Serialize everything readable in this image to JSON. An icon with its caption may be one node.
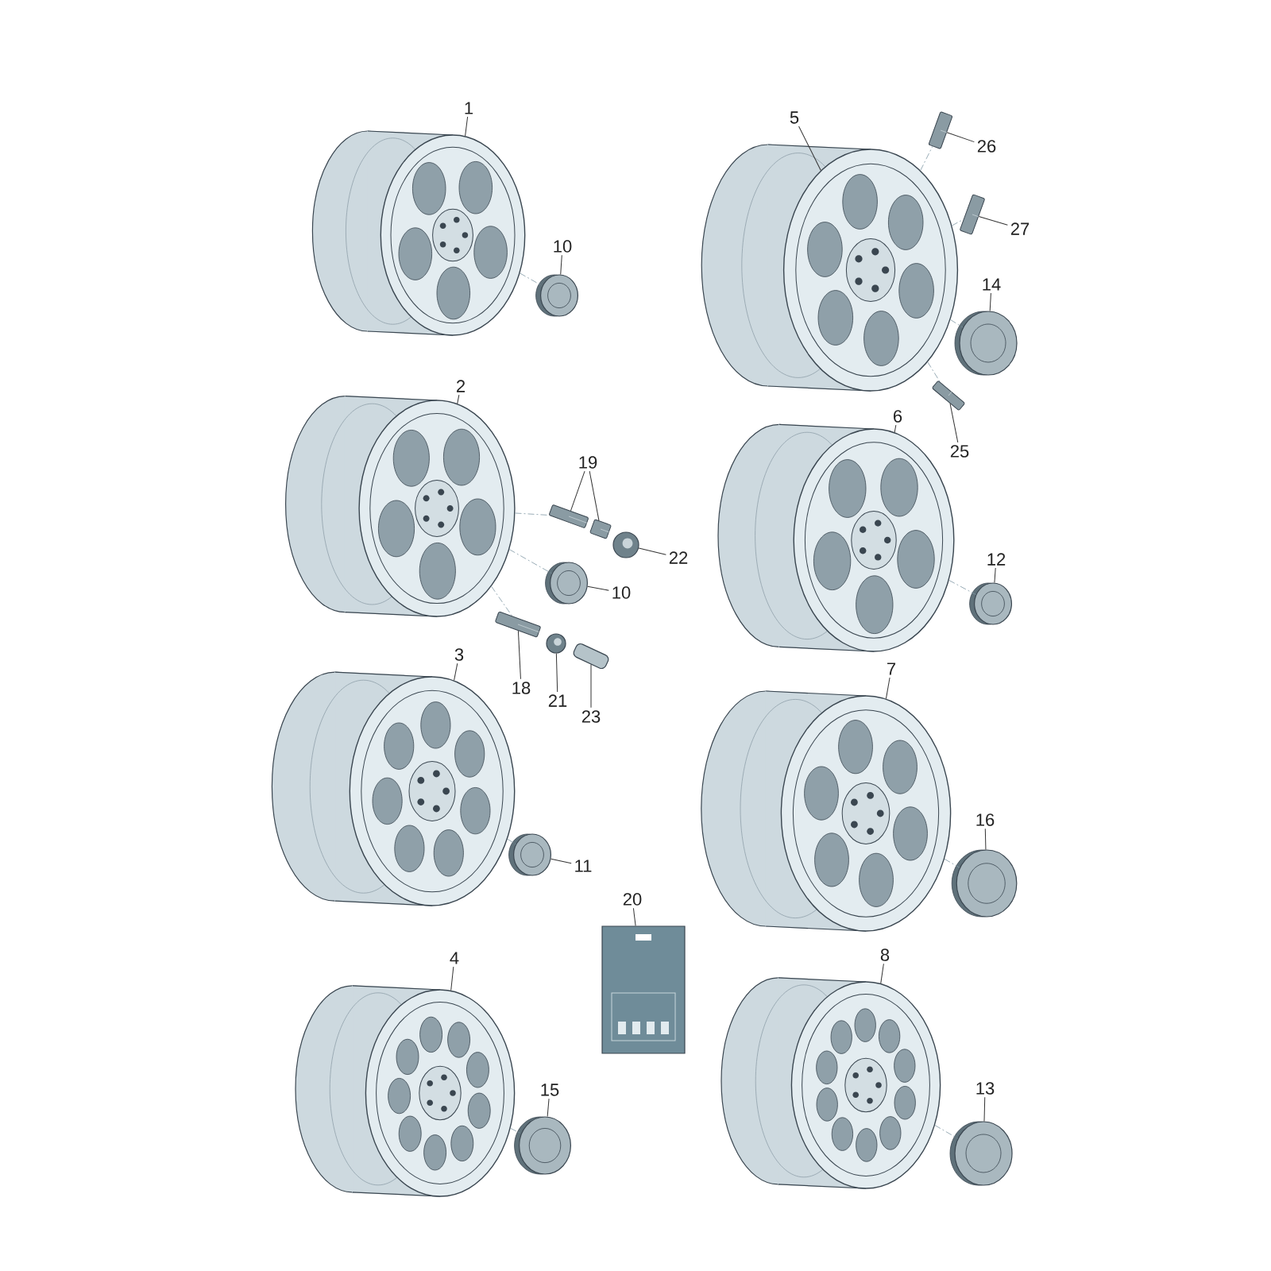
{
  "diagram": {
    "nodes": [
      {
        "text": [
          "1"
        ]
      },
      {
        "text": [],
        "shape": "picture"
      },
      {
        "text": [
          "10"
        ]
      },
      {
        "text": [],
        "shape": "picture"
      },
      {
        "text": [
          "5"
        ]
      },
      {
        "text": [],
        "shape": "picture"
      },
      {
        "text": [
          "26"
        ]
      },
      {
        "text": [],
        "shape": "picture"
      },
      {
        "text": [
          "27"
        ]
      },
      {
        "text": [],
        "shape": "picture"
      },
      {
        "text": [
          "14"
        ]
      },
      {
        "text": [],
        "shape": "picture"
      },
      {
        "text": [
          "25"
        ]
      },
      {
        "text": [],
        "shape": "picture"
      },
      {
        "text": [
          "2"
        ]
      },
      {
        "text": [],
        "shape": "picture"
      },
      {
        "text": [
          "19"
        ]
      },
      {
        "text": [],
        "shape": "picture"
      },
      {
        "text": [],
        "shape": "picture"
      },
      {
        "text": [
          "22"
        ]
      },
      {
        "text": [],
        "shape": "picture"
      },
      {
        "text": [
          "10"
        ]
      },
      {
        "text": [],
        "shape": "picture"
      },
      {
        "text": [
          "18"
        ]
      },
      {
        "text": [],
        "shape": "picture"
      },
      {
        "text": [
          "21"
        ]
      },
      {
        "text": [],
        "shape": "picture"
      },
      {
        "text": [
          "23"
        ]
      },
      {
        "text": [],
        "shape": "picture"
      },
      {
        "text": [
          "6"
        ]
      },
      {
        "text": [],
        "shape": "picture"
      },
      {
        "text": [
          "12"
        ]
      },
      {
        "text": [],
        "shape": "picture"
      },
      {
        "text": [
          "3"
        ]
      },
      {
        "text": [],
        "shape": "picture"
      },
      {
        "text": [
          "11"
        ]
      },
      {
        "text": [],
        "shape": "picture"
      },
      {
        "text": [
          "7"
        ]
      },
      {
        "text": [],
        "shape": "picture"
      },
      {
        "text": [
          "16"
        ]
      },
      {
        "text": [],
        "shape": "picture"
      },
      {
        "text": [
          "20"
        ]
      },
      {
        "text": [],
        "shape": "picture"
      },
      {
        "text": [
          "4"
        ]
      },
      {
        "text": [],
        "shape": "picture"
      },
      {
        "text": [
          "15"
        ]
      },
      {
        "text": [],
        "shape": "picture"
      },
      {
        "text": [
          "8"
        ]
      },
      {
        "text": [],
        "shape": "picture"
      },
      {
        "text": [
          "13"
        ]
      },
      {
        "text": [],
        "shape": "picture"
      }
    ],
    "edges": [
      {
        "from": 0,
        "to": 1,
        "arrow": "none"
      },
      {
        "from": 2,
        "to": 3,
        "arrow": "none"
      },
      {
        "from": 4,
        "to": 5,
        "arrow": "none"
      },
      {
        "from": 6,
        "to": 7,
        "arrow": "none"
      },
      {
        "from": 8,
        "to": 9,
        "arrow": "none"
      },
      {
        "from": 10,
        "to": 11,
        "arrow": "none"
      },
      {
        "from": 12,
        "to": 13,
        "arrow": "none"
      },
      {
        "from": 14,
        "to": 15,
        "arrow": "none"
      },
      {
        "from": 16,
        "to": 17,
        "arrow": "none"
      },
      {
        "from": 16,
        "to": 18,
        "arrow": "none"
      },
      {
        "from": 19,
        "to": 20,
        "arrow": "none"
      },
      {
        "from": 21,
        "to": 22,
        "arrow": "none"
      },
      {
        "from": 23,
        "to": 24,
        "arrow": "none"
      },
      {
        "from": 25,
        "to": 26,
        "arrow": "none"
      },
      {
        "from": 27,
        "to": 28,
        "arrow": "none"
      },
      {
        "from": 29,
        "to": 30,
        "arrow": "none"
      },
      {
        "from": 31,
        "to": 32,
        "arrow": "none"
      },
      {
        "from": 33,
        "to": 34,
        "arrow": "none"
      },
      {
        "from": 35,
        "to": 36,
        "arrow": "none"
      },
      {
        "from": 37,
        "to": 38,
        "arrow": "none"
      },
      {
        "from": 39,
        "to": 40,
        "arrow": "none"
      },
      {
        "from": 41,
        "to": 42,
        "arrow": "none"
      },
      {
        "from": 43,
        "to": 44,
        "arrow": "none"
      },
      {
        "from": 45,
        "to": 46,
        "arrow": "none"
      },
      {
        "from": 47,
        "to": 48,
        "arrow": "none"
      },
      {
        "from": 49,
        "to": 50,
        "arrow": "none"
      },
      {
        "from": 1,
        "to": 3,
        "arrow": "none",
        "style": "dashed",
        "color": "#7f97a3"
      },
      {
        "from": 5,
        "to": 7,
        "arrow": "none",
        "style": "dashed",
        "color": "#7f97a3"
      },
      {
        "from": 5,
        "to": 9,
        "arrow": "none",
        "style": "dashed",
        "color": "#7f97a3"
      },
      {
        "from": 5,
        "to": 11,
        "arrow": "none",
        "style": "dashed",
        "color": "#7f97a3"
      },
      {
        "from": 5,
        "to": 13,
        "arrow": "none",
        "style": "dashed",
        "color": "#7f97a3"
      },
      {
        "from": 15,
        "to": 17,
        "arrow": "none",
        "style": "dashed",
        "color": "#7f97a3"
      },
      {
        "from": 15,
        "to": 22,
        "arrow": "none",
        "style": "dashed",
        "color": "#7f97a3"
      },
      {
        "from": 15,
        "to": 24,
        "arrow": "none",
        "style": "dashed",
        "color": "#7f97a3"
      },
      {
        "from": 30,
        "to": 32,
        "arrow": "none",
        "style": "dashed",
        "color": "#7f97a3"
      },
      {
        "from": 34,
        "to": 36,
        "arrow": "none",
        "style": "dashed",
        "color": "#7f97a3"
      },
      {
        "from": 38,
        "to": 40,
        "arrow": "none",
        "style": "dashed",
        "color": "#7f97a3"
      },
      {
        "from": 44,
        "to": 46,
        "arrow": "none",
        "style": "dashed",
        "color": "#7f97a3"
      },
      {
        "from": 48,
        "to": 50,
        "arrow": "none",
        "style": "dashed",
        "color": "#7f97a3"
      }
    ]
  }
}
